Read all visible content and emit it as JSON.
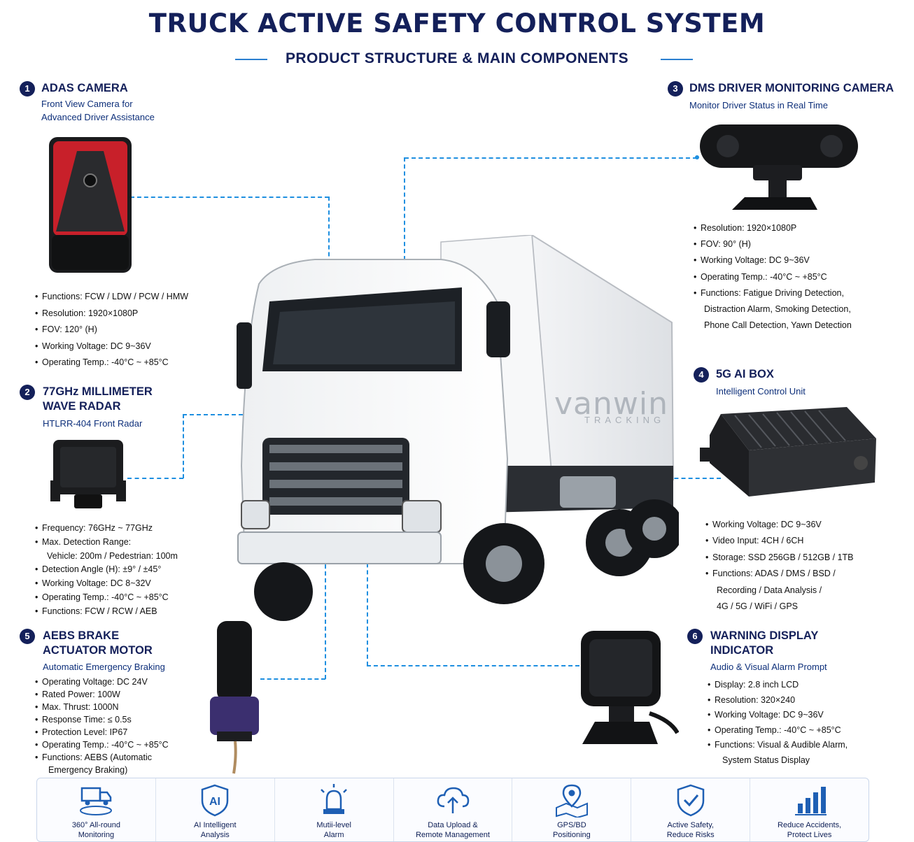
{
  "title": "TRUCK ACTIVE SAFETY CONTROL SYSTEM",
  "subtitle": "PRODUCT STRUCTURE & MAIN COMPONENTS",
  "watermark": {
    "brand": "vanwin",
    "tagline": "TRACKING"
  },
  "colors": {
    "navy": "#14205a",
    "accent": "#1e8fe0"
  },
  "components": [
    {
      "num": "1",
      "title": "ADAS CAMERA",
      "subtitle_lines": [
        "Front View Camera for",
        "Advanced Driver Assistance"
      ],
      "specs": [
        "Functions: FCW / LDW / PCW / HMW",
        "Resolution: 1920×1080P",
        "FOV: 120° (H)",
        "Working Voltage: DC 9~36V",
        "Operating Temp.: -40°C ~ +85°C"
      ]
    },
    {
      "num": "2",
      "title_lines": [
        "77GHz MILLIMETER",
        "WAVE RADAR"
      ],
      "subtitle": "HTLRR-404 Front Radar",
      "specs": [
        "Frequency: 76GHz ~ 77GHz",
        "Max. Detection Range:",
        "Vehicle: 200m / Pedestrian: 100m",
        "Detection Angle (H): ±9° / ±45°",
        "Working Voltage: DC 8~32V",
        "Operating Temp.: -40°C ~ +85°C",
        "Functions: FCW / RCW / AEB"
      ]
    },
    {
      "num": "3",
      "title": "DMS DRIVER MONITORING CAMERA",
      "subtitle": "Monitor Driver Status in Real Time",
      "specs": [
        "Resolution: 1920×1080P",
        "FOV: 90° (H)",
        "Working Voltage: DC 9~36V",
        "Operating Temp.: -40°C ~ +85°C",
        "Functions: Fatigue Driving Detection,",
        "Distraction Alarm, Smoking Detection,",
        "Phone Call Detection, Yawn Detection"
      ]
    },
    {
      "num": "4",
      "title": "5G AI BOX",
      "subtitle": "Intelligent Control Unit",
      "specs": [
        "Working Voltage: DC 9~36V",
        "Video Input: 4CH / 6CH",
        "Storage: SSD 256GB / 512GB / 1TB",
        "Functions: ADAS / DMS / BSD /",
        "Recording / Data Analysis /",
        "4G / 5G / WiFi / GPS"
      ]
    },
    {
      "num": "5",
      "title_lines": [
        "AEBS BRAKE",
        "ACTUATOR MOTOR"
      ],
      "subtitle": "Automatic Emergency Braking",
      "specs": [
        "Operating Voltage: DC 24V",
        "Rated Power: 100W",
        "Max. Thrust: 1000N",
        "Response Time: ≤ 0.5s",
        "Protection Level: IP67",
        "Operating Temp.: -40°C ~ +85°C",
        "Functions: AEBS (Automatic",
        "Emergency Braking)"
      ]
    },
    {
      "num": "6",
      "title_lines": [
        "WARNING DISPLAY",
        "INDICATOR"
      ],
      "subtitle": "Audio & Visual Alarm Prompt",
      "specs": [
        "Display: 2.8 inch LCD",
        "Resolution: 320×240",
        "Working Voltage: DC 9~36V",
        "Operating Temp.: -40°C ~ +85°C",
        "Functions: Visual & Audible Alarm,",
        "System Status Display"
      ]
    }
  ],
  "features": [
    {
      "icon": "truck-monitoring-icon",
      "label": "360° All-round\nMonitoring"
    },
    {
      "icon": "ai-shield-icon",
      "label": "AI Intelligent\nAnalysis"
    },
    {
      "icon": "alarm-light-icon",
      "label": "Mutii-level\nAlarm"
    },
    {
      "icon": "cloud-upload-icon",
      "label": "Data Upload &\nRemote Management"
    },
    {
      "icon": "map-pin-icon",
      "label": "GPS/BD\nPositioning"
    },
    {
      "icon": "shield-check-icon",
      "label": "Active Safety,\nReduce Risks"
    },
    {
      "icon": "bar-chart-icon",
      "label": "Reduce Accidents,\nProtect Lives"
    }
  ]
}
